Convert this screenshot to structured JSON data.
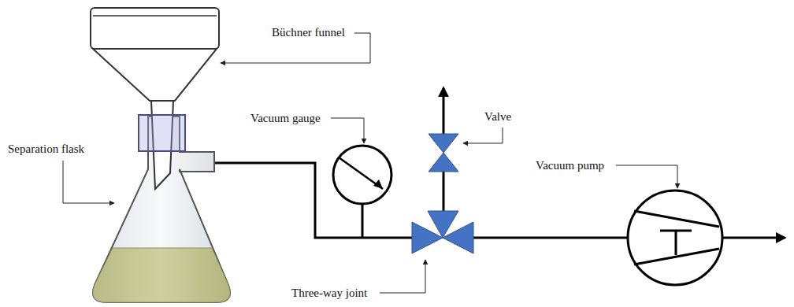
{
  "diagram": {
    "labels": [
      "Büchner funnel",
      "Separation flask",
      "Vacuum gauge",
      "Valve",
      "Vacuum pump",
      "Three-way joint"
    ]
  }
}
